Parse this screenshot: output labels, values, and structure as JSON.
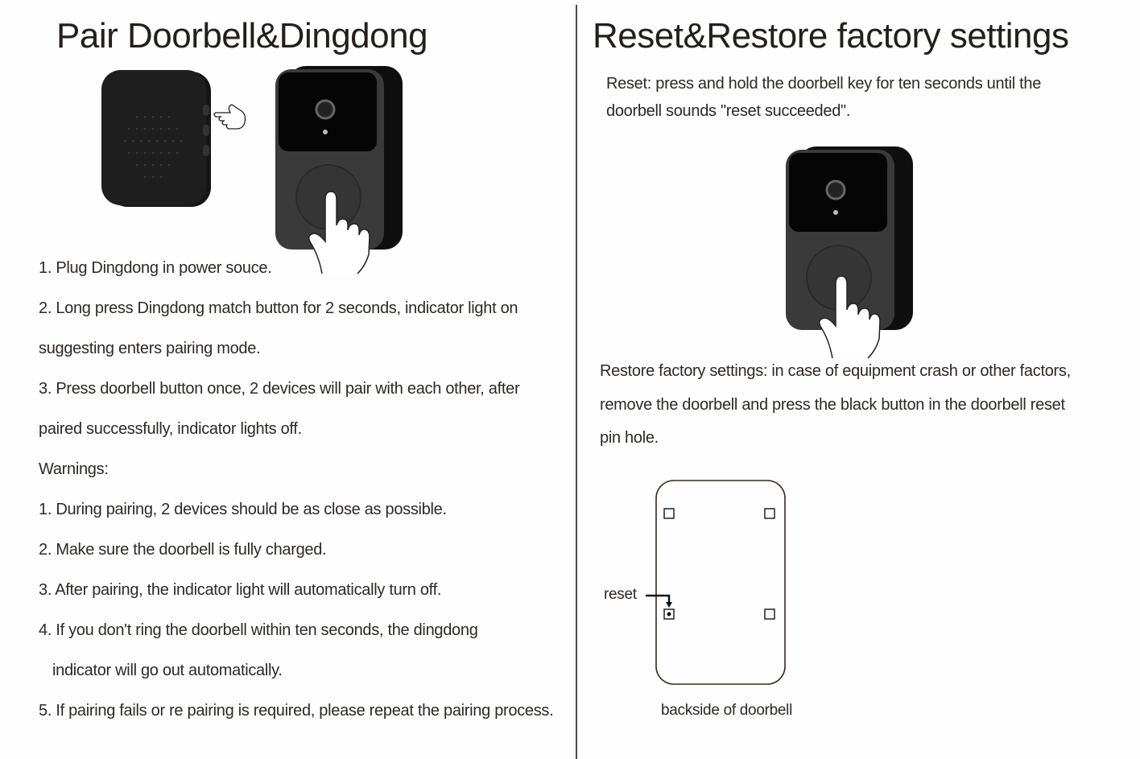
{
  "left_panel": {
    "title": "Pair Doorbell&Dingdong",
    "steps": [
      "1. Plug Dingdong in power souce.",
      "2. Long press Dingdong match button for 2 seconds, indicator light on",
      "suggesting enters pairing mode.",
      "3. Press doorbell button once, 2 devices will pair with each other, after",
      "paired successfully, indicator lights off."
    ],
    "warnings_heading": "Warnings:",
    "warnings": [
      "1. During pairing, 2 devices should be as close as possible.",
      "2. Make sure the doorbell is fully charged.",
      "3. After pairing, the indicator light will automatically turn off.",
      "4. If you don't ring the doorbell within ten seconds, the dingdong",
      "indicator will go out automatically.",
      "5. If pairing fails or re pairing is required, please repeat the pairing process."
    ],
    "images": {
      "chime": "chime-receiver-illustration",
      "pointer": "pointing-hand-icon",
      "doorbell": "doorbell-with-pressing-hand"
    }
  },
  "right_panel": {
    "title": "Reset&Restore factory settings",
    "reset_text": [
      "Reset: press and hold the doorbell key for ten seconds until the",
      "doorbell sounds \"reset succeeded\"."
    ],
    "restore_text": [
      "Restore factory settings: in case of equipment crash or other factors,",
      "remove the doorbell and press the black button in the doorbell reset",
      "pin hole."
    ],
    "diagram": {
      "reset_label": "reset",
      "caption": "backside of doorbell"
    }
  },
  "colors": {
    "text": "#2d2926",
    "device_body": "#2b2b2b",
    "device_face": "#0a0a0a",
    "divider": "#4a4a4a",
    "diagram_outline": "#3a2a26"
  }
}
